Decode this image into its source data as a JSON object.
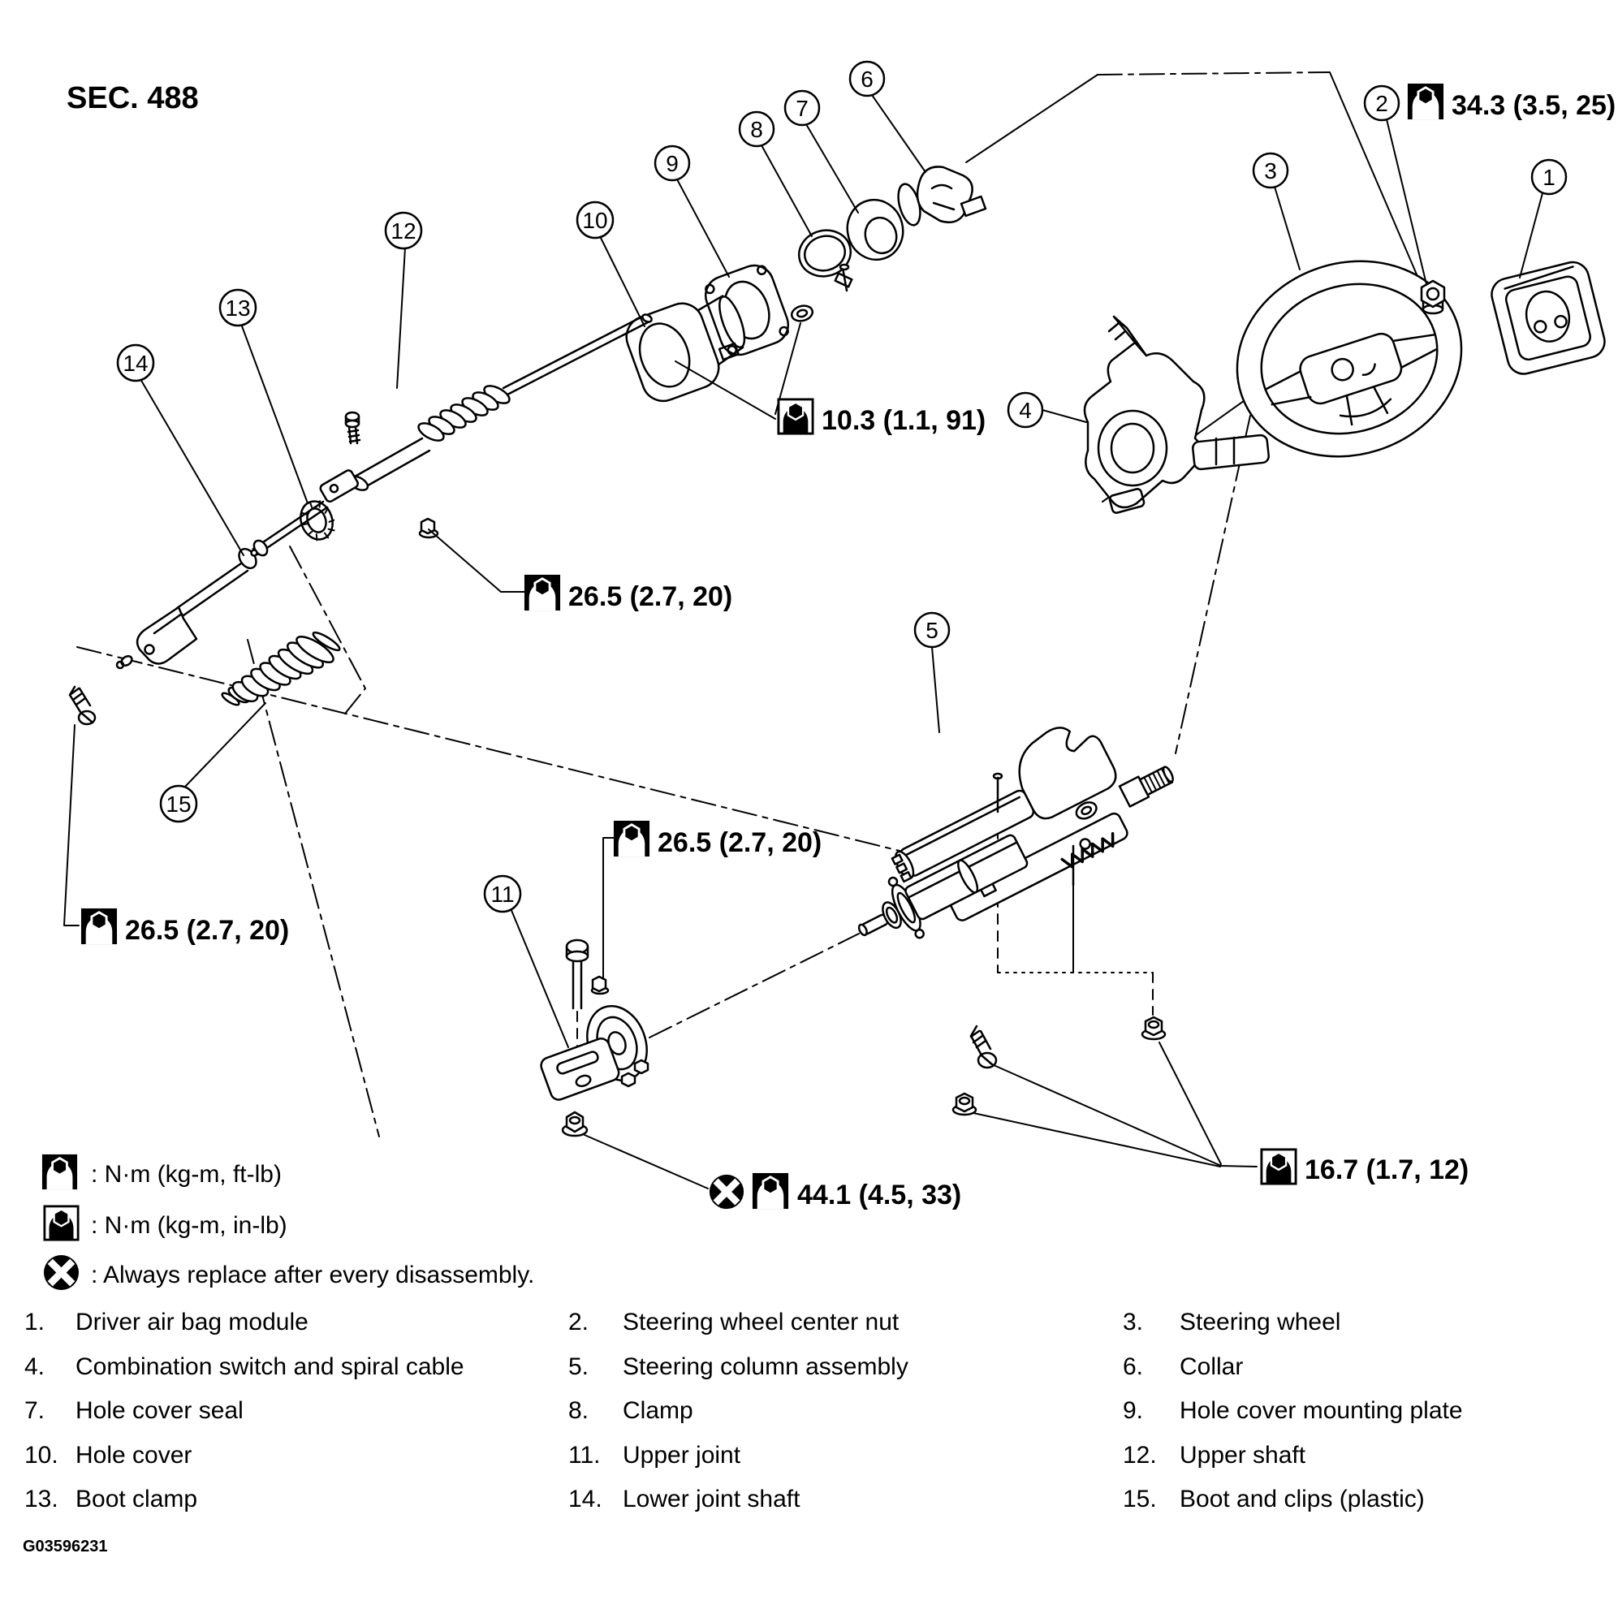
{
  "page": {
    "section_title": "SEC. 488",
    "figure_id": "G03596231"
  },
  "legend": {
    "items": [
      {
        "icon": "wrench-ftlb-icon",
        "text": ": N·m (kg-m, ft-lb)"
      },
      {
        "icon": "wrench-inlb-icon",
        "text": ": N·m (kg-m, in-lb)"
      },
      {
        "icon": "always-replace-icon",
        "text": ": Always replace after every disassembly."
      }
    ]
  },
  "torque_specs": [
    {
      "icons": [
        "wrench-ftlb-icon"
      ],
      "label": "34.3 (3.5, 25)"
    },
    {
      "icons": [
        "wrench-inlb-icon"
      ],
      "label": "10.3 (1.1, 91)"
    },
    {
      "icons": [
        "wrench-ftlb-icon"
      ],
      "label": "26.5 (2.7, 20)"
    },
    {
      "icons": [
        "wrench-ftlb-icon"
      ],
      "label": "26.5 (2.7, 20)"
    },
    {
      "icons": [
        "wrench-ftlb-icon"
      ],
      "label": "26.5 (2.7, 20)"
    },
    {
      "icons": [
        "always-replace-icon",
        "wrench-ftlb-icon"
      ],
      "label": "44.1 (4.5, 33)"
    },
    {
      "icons": [
        "wrench-inlb-icon"
      ],
      "label": "16.7 (1.7, 12)"
    }
  ],
  "callouts": {
    "labels": [
      "1",
      "2",
      "3",
      "4",
      "5",
      "6",
      "7",
      "8",
      "9",
      "10",
      "11",
      "12",
      "13",
      "14",
      "15"
    ]
  },
  "parts_columns": [
    [
      {
        "num": "1.",
        "name": "Driver air bag module"
      },
      {
        "num": "4.",
        "name": "Combination switch and spiral cable"
      },
      {
        "num": "7.",
        "name": "Hole cover seal"
      },
      {
        "num": "10.",
        "name": "Hole cover"
      },
      {
        "num": "13.",
        "name": "Boot clamp"
      }
    ],
    [
      {
        "num": "2.",
        "name": "Steering wheel center nut"
      },
      {
        "num": "5.",
        "name": "Steering column assembly"
      },
      {
        "num": "8.",
        "name": "Clamp"
      },
      {
        "num": "11.",
        "name": "Upper joint"
      },
      {
        "num": "14.",
        "name": "Lower joint shaft"
      }
    ],
    [
      {
        "num": "3.",
        "name": "Steering wheel"
      },
      {
        "num": "6.",
        "name": "Collar"
      },
      {
        "num": "9.",
        "name": "Hole cover mounting plate"
      },
      {
        "num": "12.",
        "name": "Upper shaft"
      },
      {
        "num": "15.",
        "name": "Boot and clips (plastic)"
      }
    ]
  ]
}
